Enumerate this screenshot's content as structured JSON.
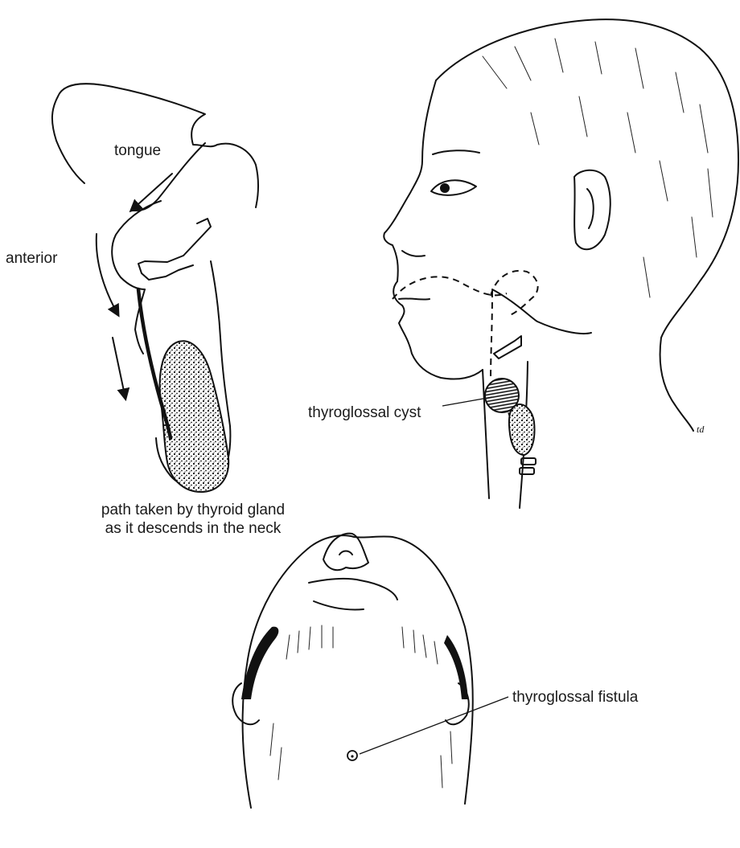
{
  "labels": {
    "tongue": "tongue",
    "anterior": "anterior",
    "path_caption_line1": "path taken by thyroid gland",
    "path_caption_line2": "as it descends in the neck",
    "thyroglossal_cyst": "thyroglossal cyst",
    "thyroglossal_fistula": "thyroglossal fistula"
  },
  "colors": {
    "ink": "#111111",
    "background": "#ffffff"
  }
}
